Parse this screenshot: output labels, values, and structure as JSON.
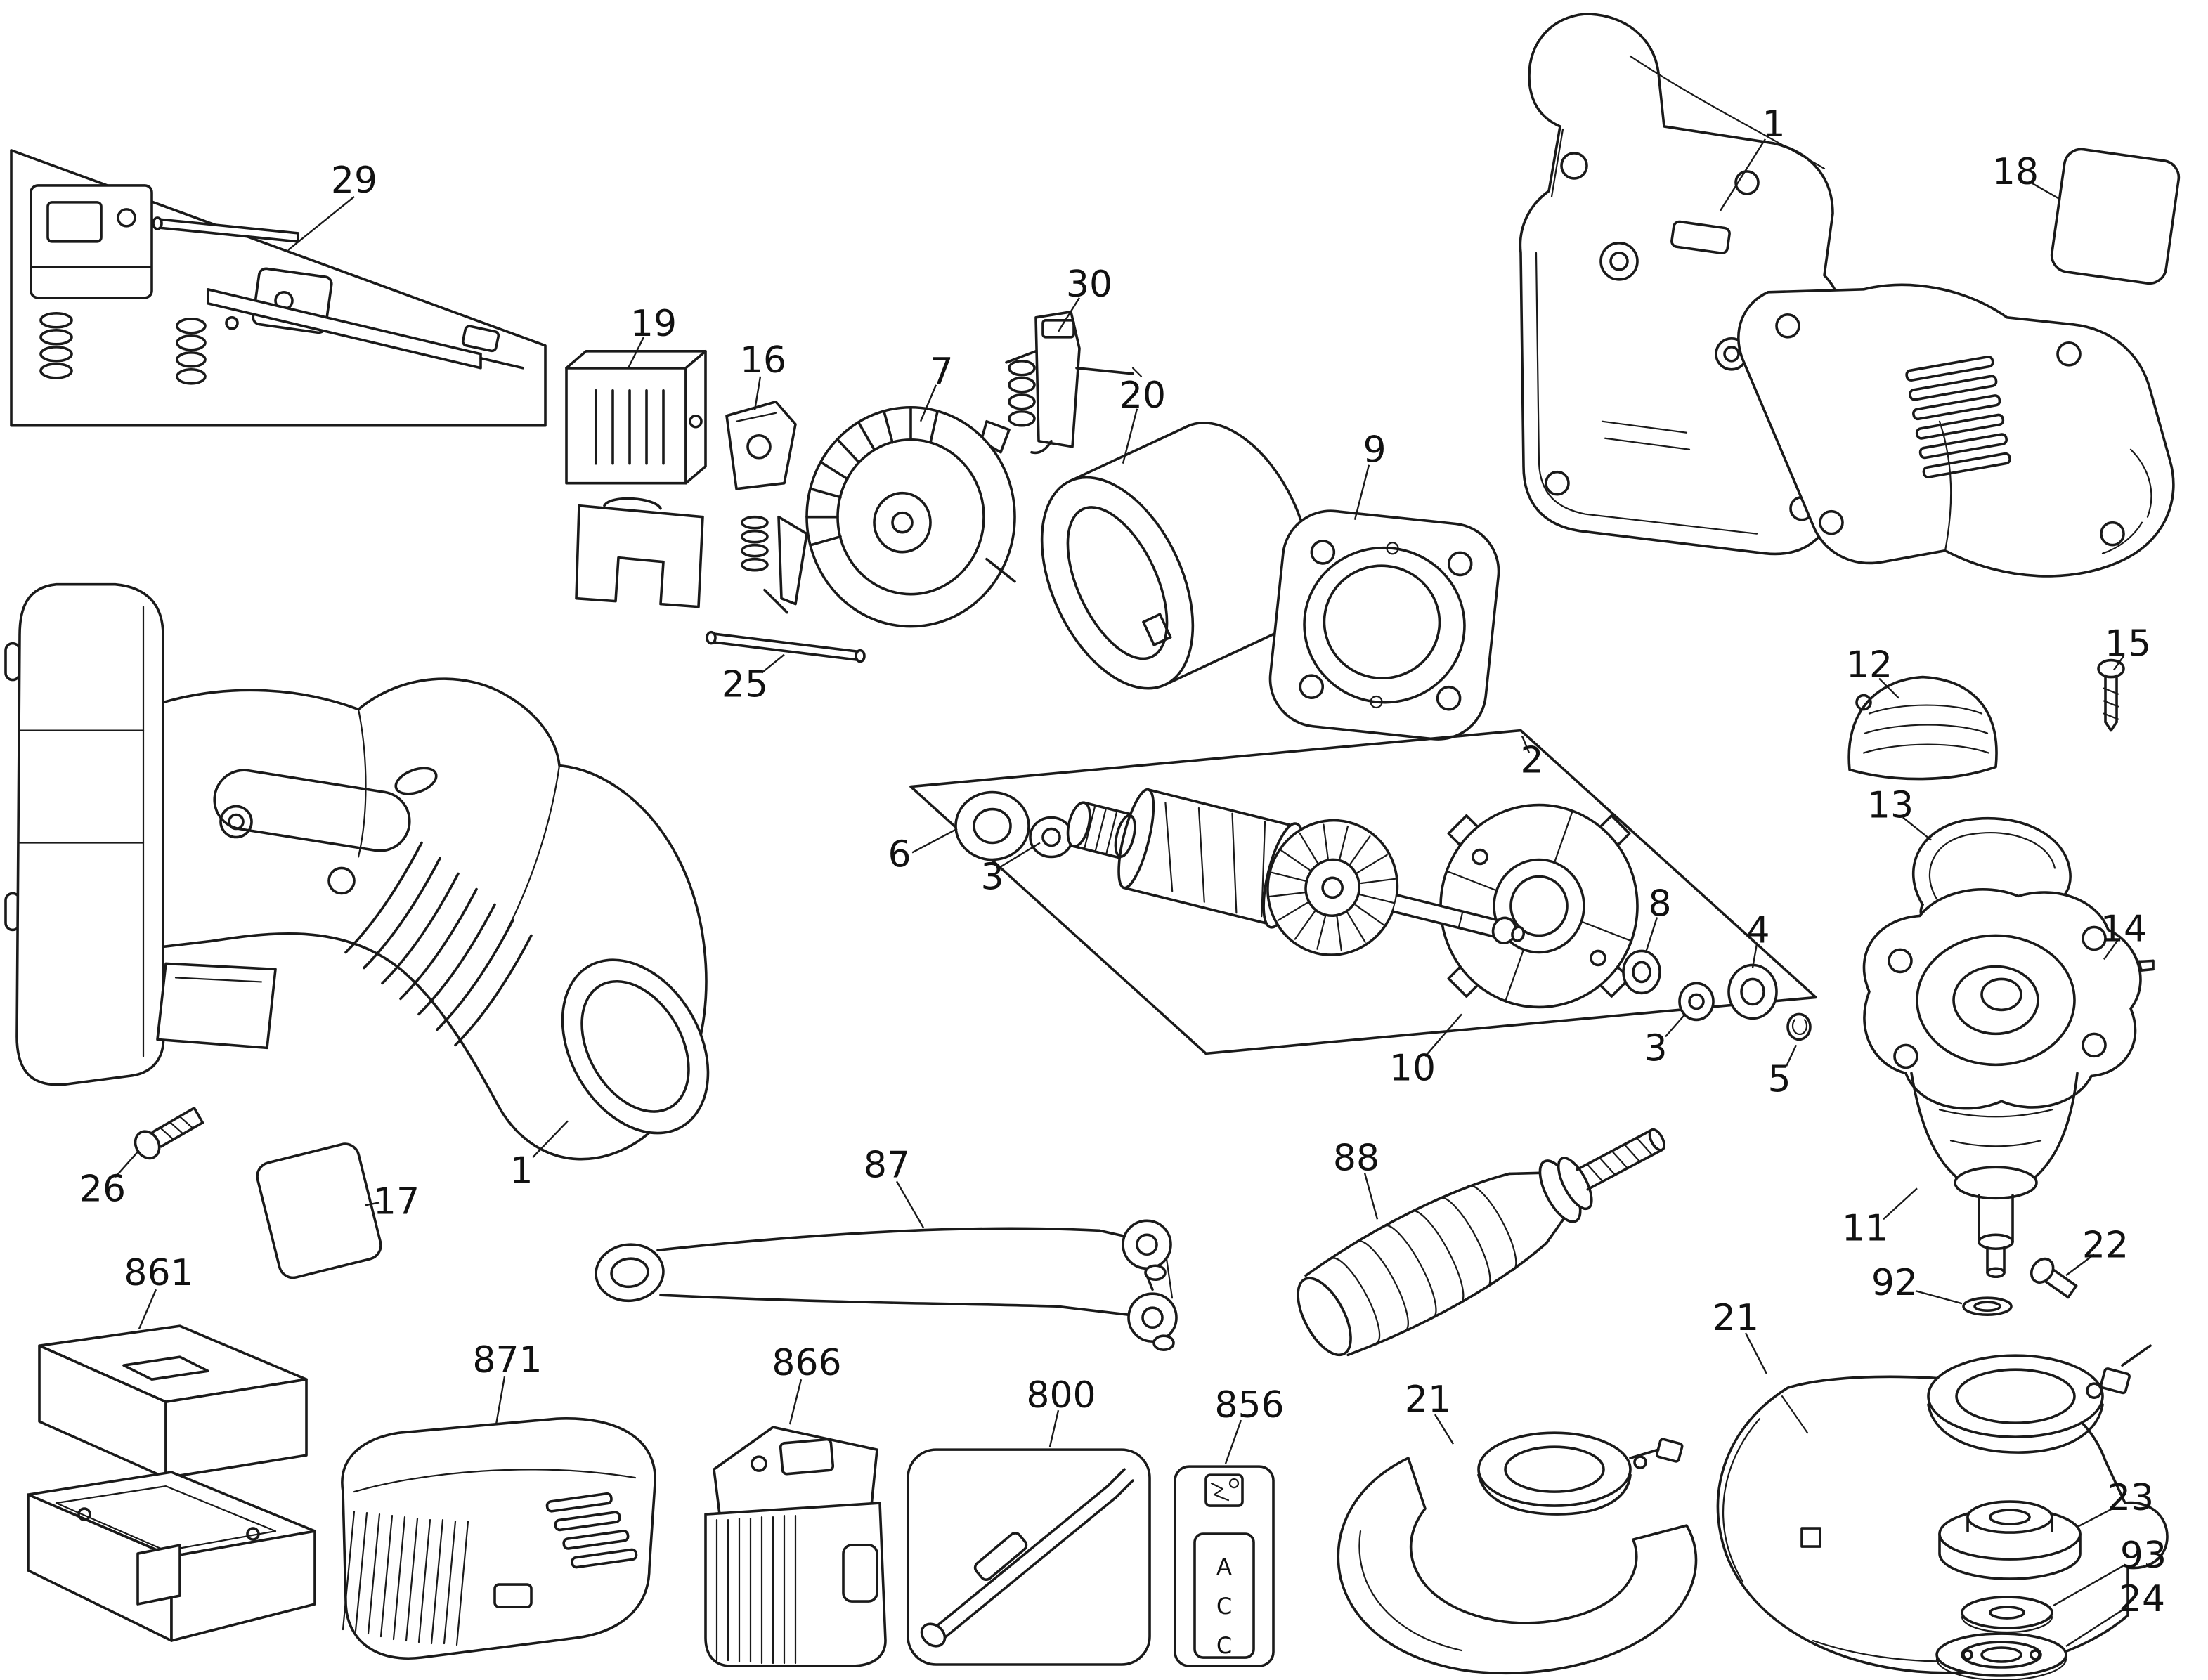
{
  "diagram": {
    "background_color": "#ffffff",
    "line_color": "#1a1a1a",
    "callouts": [
      {
        "label": "29"
      },
      {
        "label": "19"
      },
      {
        "label": "16"
      },
      {
        "label": "7"
      },
      {
        "label": "30"
      },
      {
        "label": "20"
      },
      {
        "label": "9"
      },
      {
        "label": "1"
      },
      {
        "label": "18"
      },
      {
        "label": "12"
      },
      {
        "label": "15"
      },
      {
        "label": "13"
      },
      {
        "label": "14"
      },
      {
        "label": "2"
      },
      {
        "label": "6"
      },
      {
        "label": "3"
      },
      {
        "label": "8"
      },
      {
        "label": "4"
      },
      {
        "label": "3"
      },
      {
        "label": "5"
      },
      {
        "label": "10"
      },
      {
        "label": "25"
      },
      {
        "label": "26"
      },
      {
        "label": "17"
      },
      {
        "label": "1"
      },
      {
        "label": "87"
      },
      {
        "label": "88"
      },
      {
        "label": "11"
      },
      {
        "label": "22"
      },
      {
        "label": "92"
      },
      {
        "label": "861"
      },
      {
        "label": "871"
      },
      {
        "label": "866"
      },
      {
        "label": "800"
      },
      {
        "label": "856"
      },
      {
        "label": "21"
      },
      {
        "label": "21"
      },
      {
        "label": "23"
      },
      {
        "label": "93"
      },
      {
        "label": "24"
      }
    ],
    "acc_tag_letters": [
      "A",
      "C",
      "C"
    ]
  }
}
